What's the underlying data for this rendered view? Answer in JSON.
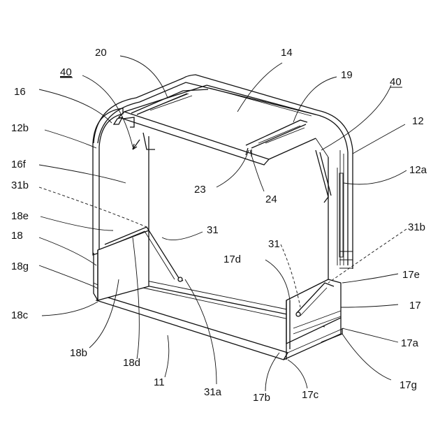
{
  "labels": {
    "l20": "20",
    "l14": "14",
    "l40a": "40",
    "l19": "19",
    "l40b": "40",
    "l16": "16",
    "l12": "12",
    "l12b": "12b",
    "l16f": "16f",
    "l12a": "12a",
    "l31b_left": "31b",
    "l23": "23",
    "l24": "24",
    "l18e": "18e",
    "l18": "18",
    "l31_top": "31",
    "l31b_right": "31b",
    "l31_right": "31",
    "l17d": "17d",
    "l18g": "18g",
    "l17e": "17e",
    "l17": "17",
    "l18c": "18c",
    "l17a": "17a",
    "l18b": "18b",
    "l18d": "18d",
    "l11": "11",
    "l17g": "17g",
    "l31a": "31a",
    "l17b": "17b",
    "l17c": "17c"
  }
}
